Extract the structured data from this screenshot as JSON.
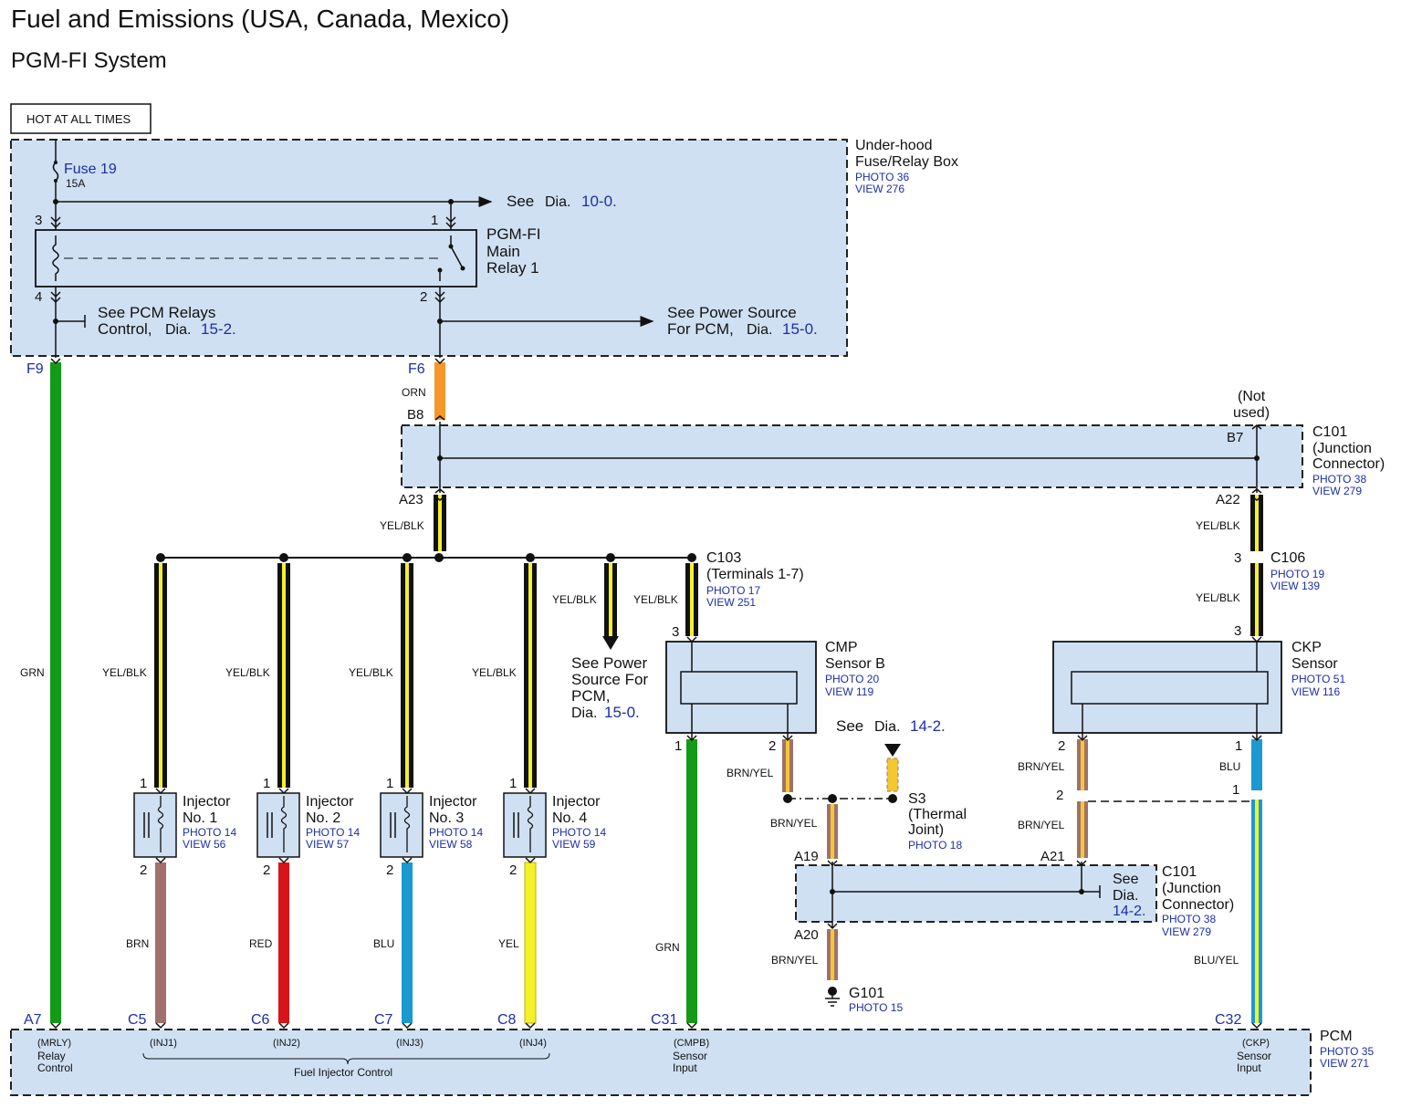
{
  "header": {
    "title": "Fuel and Emissions (USA, Canada, Mexico)",
    "subtitle": "PGM-FI System"
  },
  "hot_label": "HOT AT ALL TIMES",
  "fusebox": {
    "name": "Under-hood",
    "name2": "Fuse/Relay Box",
    "photo": "PHOTO 36",
    "view": "VIEW 276",
    "fuse": "Fuse 19",
    "fuse_amp": "15A",
    "see_dia": "See",
    "see_dia_word": "Dia.",
    "see_dia_ref": "10-0.",
    "relay_l1": "PGM-FI",
    "relay_l2": "Main",
    "relay_l3": "Relay 1",
    "pin3": "3",
    "pin1": "1",
    "pin4": "4",
    "pin2": "2",
    "pcm_relays_l1": "See PCM Relays",
    "pcm_relays_l2": "Control,",
    "pcm_relays_dia": "Dia.",
    "pcm_relays_ref": "15-2.",
    "power_l1": "See Power Source",
    "power_l2": "For PCM,",
    "power_dia": "Dia.",
    "power_ref": "15-0."
  },
  "terminals": {
    "F9": "F9",
    "F6": "F6",
    "B8": "B8",
    "B7": "B7",
    "A23": "A23",
    "A22": "A22",
    "A19": "A19",
    "A21": "A21",
    "A20": "A20",
    "A7": "A7",
    "C5": "C5",
    "C6": "C6",
    "C7": "C7",
    "C8": "C8",
    "C31": "C31",
    "C32": "C32"
  },
  "c101_top": {
    "not_used_1": "(Not",
    "not_used_2": "used)",
    "name": "C101",
    "l2": "(Junction",
    "l3": "Connector)",
    "photo": "PHOTO 38",
    "view": "VIEW 279"
  },
  "c103": {
    "name": "C103",
    "l2": "(Terminals 1-7)",
    "photo": "PHOTO 17",
    "view": "VIEW 251"
  },
  "c106": {
    "name": "C106",
    "photo": "PHOTO 19",
    "view": "VIEW 139",
    "pin_top": "3",
    "pin_bot": "3"
  },
  "wires": {
    "grn": "GRN",
    "orn": "ORN",
    "yel_blk": "YEL/BLK",
    "brn": "BRN",
    "red": "RED",
    "blu": "BLU",
    "yel": "YEL",
    "brn_yel": "BRN/YEL",
    "blu_yel": "BLU/YEL"
  },
  "injectors": [
    {
      "l1": "Injector",
      "l2": "No. 1",
      "photo": "PHOTO 14",
      "view": "VIEW 56",
      "pin_top": "1",
      "pin_bot": "2"
    },
    {
      "l1": "Injector",
      "l2": "No. 2",
      "photo": "PHOTO 14",
      "view": "VIEW 57",
      "pin_top": "1",
      "pin_bot": "2"
    },
    {
      "l1": "Injector",
      "l2": "No. 3",
      "photo": "PHOTO 14",
      "view": "VIEW 58",
      "pin_top": "1",
      "pin_bot": "2"
    },
    {
      "l1": "Injector",
      "l2": "No. 4",
      "photo": "PHOTO 14",
      "view": "VIEW 59",
      "pin_top": "1",
      "pin_bot": "2"
    }
  ],
  "power_ref2": {
    "l1": "See Power",
    "l2": "Source For",
    "l3": "PCM,",
    "dia": "Dia.",
    "ref": "15-0."
  },
  "cmp": {
    "l1": "CMP",
    "l2": "Sensor B",
    "photo": "PHOTO 20",
    "view": "VIEW 119",
    "pin3": "3",
    "pin1": "1",
    "pin2": "2"
  },
  "ckp": {
    "l1": "CKP",
    "l2": "Sensor",
    "photo": "PHOTO 51",
    "view": "VIEW 116",
    "pin2": "2",
    "pin1": "1"
  },
  "s3": {
    "see": "See",
    "dia": "Dia.",
    "ref": "14-2.",
    "name": "S3",
    "l2": "(Thermal",
    "l3": "Joint)",
    "photo": "PHOTO 18"
  },
  "c101_bot": {
    "see": "See",
    "dia": "Dia.",
    "ref": "14-2.",
    "name": "C101",
    "l2": "(Junction",
    "l3": "Connector)",
    "photo": "PHOTO 38",
    "view": "VIEW 279",
    "pin2": "2",
    "pin1": "1"
  },
  "g101": {
    "name": "G101",
    "photo": "PHOTO 15"
  },
  "pcm": {
    "name": "PCM",
    "photo": "PHOTO 35",
    "view": "VIEW 271",
    "mrly": "(MRLY)",
    "relay": "Relay",
    "control": "Control",
    "inj1": "(INJ1)",
    "inj2": "(INJ2)",
    "inj3": "(INJ3)",
    "inj4": "(INJ4)",
    "fuel_inj": "Fuel Injector Control",
    "cmpb": "(CMPB)",
    "ckp": "(CKP)",
    "sensor": "Sensor",
    "input": "Input"
  },
  "colors": {
    "box_fill": "#cfe0f2",
    "grn": "#139a16",
    "orn": "#f5962a",
    "brn": "#a0716b",
    "red": "#d8141a",
    "blu": "#1a9ad0",
    "yel": "#f4f02a",
    "blue_text": "#1c2ea8"
  }
}
